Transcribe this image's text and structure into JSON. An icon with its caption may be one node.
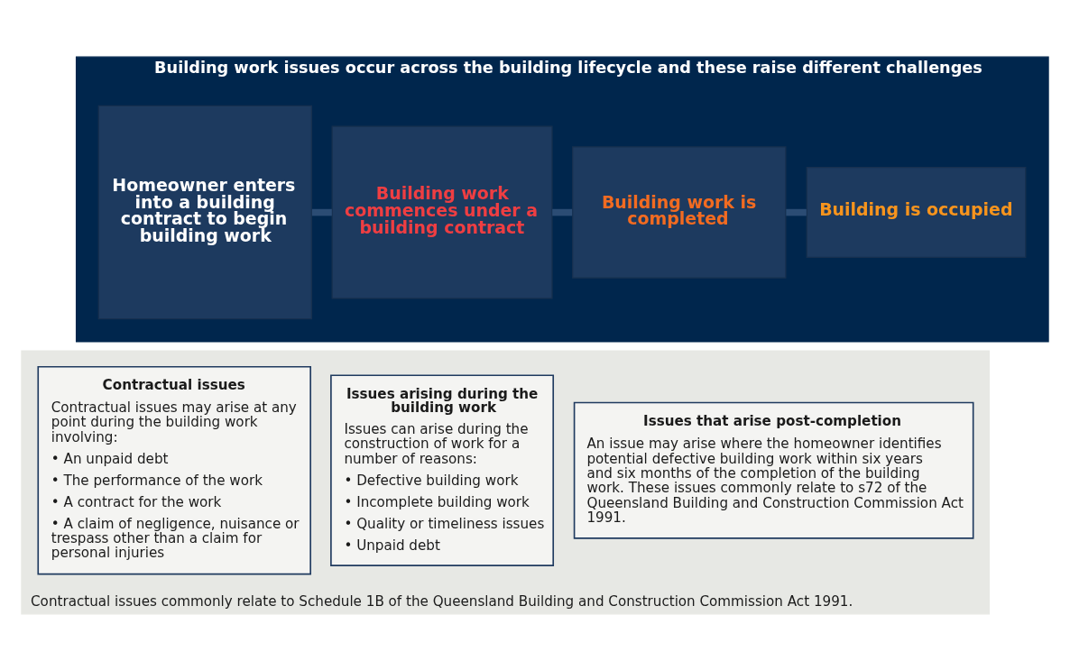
{
  "diagram": {
    "nodes": [
      {
        "text": [
          "Building work issues occur across the building lifecycle and these raise different challenges"
        ]
      },
      {
        "text": [
          "Homeowner enters into a building contract to begin building work"
        ],
        "in": 0
      },
      {
        "text": [
          "Building work commences under a building contract"
        ],
        "in": 0
      },
      {
        "text": [
          "Building work is completed"
        ],
        "in": 0
      },
      {
        "text": [
          "Building is occupied"
        ],
        "in": 0
      },
      {
        "text": [
          "Contractual issues commonly relate to Schedule 1B of the Queensland Building and Construction Commission Act 1991."
        ]
      },
      {
        "text": [
          "Contractual issues",
          "Contractual issues may arise at any point during the building work involving:",
          "• An unpaid debt",
          "• The performance of the work",
          "• A contract for the work",
          "• A claim of negligence, nuisance or trespass other than a claim for personal injuries"
        ],
        "in": 5
      },
      {
        "text": [
          "Issues arising during the building work",
          "Issues can arise during the construction of work for a number of reasons:",
          "• Defective building work",
          "• Incomplete building work",
          "• Quality or timeliness issues",
          "• Unpaid debt"
        ],
        "in": 5
      },
      {
        "text": [
          "Issues that arise post-completion",
          "An issue may arise where the homeowner identifies potential defective building work within six years and six months of the completion of the building work. These issues commonly relate to s72 of the Queensland Building and Construction Commission Act 1991."
        ],
        "in": 5
      }
    ],
    "edges": [
      {
        "from": 1,
        "to": 2,
        "arrow": "none"
      },
      {
        "from": 2,
        "to": 3,
        "arrow": "none"
      },
      {
        "from": 3,
        "to": 4,
        "arrow": "none"
      }
    ]
  }
}
